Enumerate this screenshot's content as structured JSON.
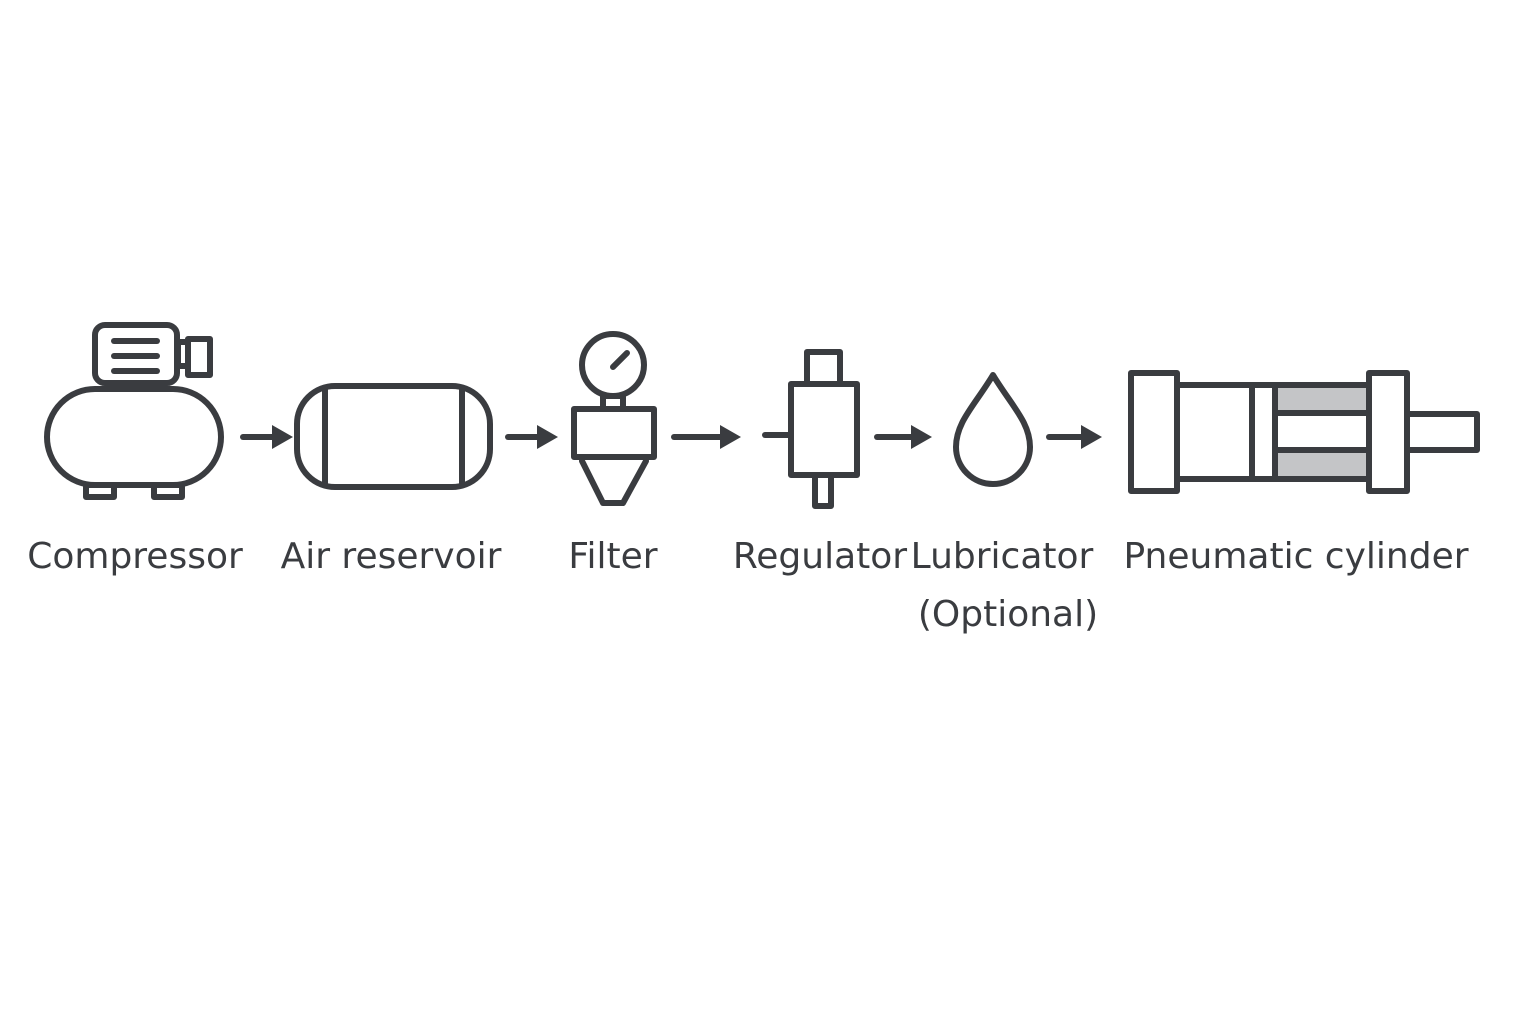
{
  "colors": {
    "stroke": "#3a3c40",
    "piston_fill": "#c4c5c7",
    "background": "#ffffff"
  },
  "components": [
    {
      "id": "compressor",
      "icon": "compressor-icon",
      "label": "Compressor"
    },
    {
      "id": "air-reservoir",
      "icon": "tank-icon",
      "label": "Air reservoir"
    },
    {
      "id": "filter",
      "icon": "filter-gauge-icon",
      "label": "Filter"
    },
    {
      "id": "regulator",
      "icon": "regulator-valve-icon",
      "label": "Regulator"
    },
    {
      "id": "lubricator",
      "icon": "oil-drop-icon",
      "label": "Lubricator",
      "sublabel": "(Optional)"
    },
    {
      "id": "pneumatic-cylinder",
      "icon": "cylinder-icon",
      "label": "Pneumatic cylinder"
    }
  ],
  "connections": [
    {
      "from": "compressor",
      "to": "air-reservoir"
    },
    {
      "from": "air-reservoir",
      "to": "filter"
    },
    {
      "from": "filter",
      "to": "regulator"
    },
    {
      "from": "regulator",
      "to": "lubricator"
    },
    {
      "from": "lubricator",
      "to": "pneumatic-cylinder"
    }
  ]
}
